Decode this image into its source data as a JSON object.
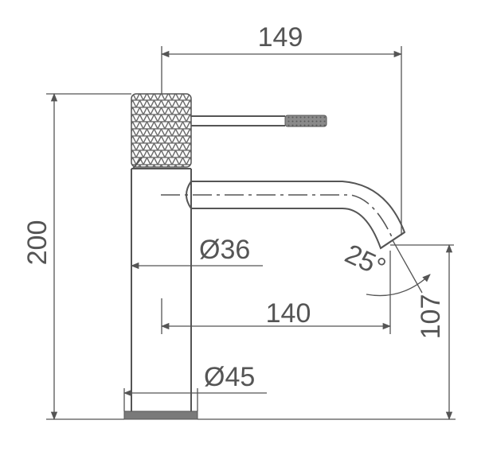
{
  "dimensions": {
    "spout_reach": "149",
    "total_height": "200",
    "body_diameter": "Ø36",
    "angle": "25°",
    "spout_projection": "140",
    "spout_height": "107",
    "base_diameter": "Ø45"
  },
  "colors": {
    "line": "#555555",
    "texture_fill": "#777777",
    "background": "#ffffff"
  }
}
